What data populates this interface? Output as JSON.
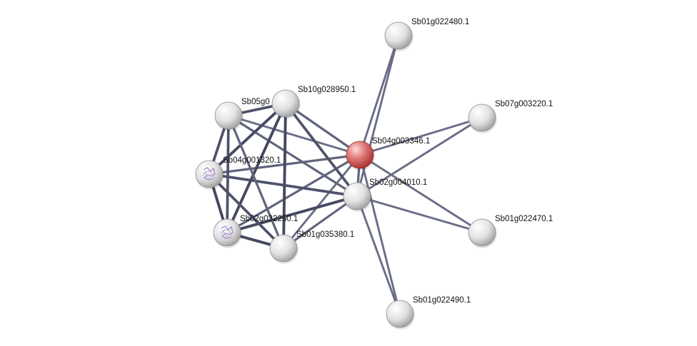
{
  "network": {
    "nodes": [
      {
        "id": "Sb04g003346.1",
        "label": "Sb04g003346.1",
        "color": "#d9534f",
        "query": true
      },
      {
        "id": "Sb01g022480.1",
        "label": "Sb01g022480.1",
        "color": "#d8d8d8"
      },
      {
        "id": "Sb07g003220.1",
        "label": "Sb07g003220.1",
        "color": "#d8d8d8"
      },
      {
        "id": "Sb10g028950.1",
        "label": "Sb10g028950.1",
        "color": "#d8d8d8"
      },
      {
        "id": "Sb05g0xxxxx.1",
        "label": "Sb05g0",
        "color": "#d8d8d8"
      },
      {
        "id": "Sb04g001320.1",
        "label": "Sb04g001320.1",
        "color": "#d8d8d8",
        "structure": true
      },
      {
        "id": "Sb02g004010.1",
        "label": "Sb02g004010.1",
        "color": "#d8d8d8"
      },
      {
        "id": "Sb02g032250.1",
        "label": "Sb02g032250.1",
        "color": "#d8d8d8",
        "structure": true
      },
      {
        "id": "Sb01g035380.1",
        "label": "Sb01g035380.1",
        "color": "#d8d8d8"
      },
      {
        "id": "Sb01g022470.1",
        "label": "Sb01g022470.1",
        "color": "#d8d8d8"
      },
      {
        "id": "Sb01g022490.1",
        "label": "Sb01g022490.1",
        "color": "#d8d8d8"
      }
    ],
    "edges": [
      [
        "Sb04g003346.1",
        "Sb01g022480.1",
        0.5
      ],
      [
        "Sb04g003346.1",
        "Sb07g003220.1",
        0.5
      ],
      [
        "Sb04g003346.1",
        "Sb01g022470.1",
        0.5
      ],
      [
        "Sb04g003346.1",
        "Sb01g022490.1",
        0.5
      ],
      [
        "Sb04g003346.1",
        "Sb02g004010.1",
        0.6
      ],
      [
        "Sb04g003346.1",
        "Sb10g028950.1",
        0.6
      ],
      [
        "Sb04g003346.1",
        "Sb05g0xxxxx.1",
        0.5
      ],
      [
        "Sb04g003346.1",
        "Sb04g001320.1",
        0.6
      ],
      [
        "Sb04g003346.1",
        "Sb02g032250.1",
        0.6
      ],
      [
        "Sb04g003346.1",
        "Sb01g035380.1",
        0.5
      ],
      [
        "Sb02g004010.1",
        "Sb01g022480.1",
        0.5
      ],
      [
        "Sb02g004010.1",
        "Sb07g003220.1",
        0.5
      ],
      [
        "Sb02g004010.1",
        "Sb01g022470.1",
        0.5
      ],
      [
        "Sb02g004010.1",
        "Sb01g022490.1",
        0.5
      ],
      [
        "Sb02g004010.1",
        "Sb10g028950.1",
        0.8
      ],
      [
        "Sb02g004010.1",
        "Sb05g0xxxxx.1",
        0.6
      ],
      [
        "Sb02g004010.1",
        "Sb04g001320.1",
        0.8
      ],
      [
        "Sb02g004010.1",
        "Sb02g032250.1",
        0.9
      ],
      [
        "Sb02g004010.1",
        "Sb01g035380.1",
        0.6
      ],
      [
        "Sb10g028950.1",
        "Sb05g0xxxxx.1",
        0.8
      ],
      [
        "Sb10g028950.1",
        "Sb04g001320.1",
        0.9
      ],
      [
        "Sb10g028950.1",
        "Sb02g032250.1",
        0.9
      ],
      [
        "Sb10g028950.1",
        "Sb01g035380.1",
        0.9
      ],
      [
        "Sb05g0xxxxx.1",
        "Sb04g001320.1",
        0.8
      ],
      [
        "Sb05g0xxxxx.1",
        "Sb02g032250.1",
        0.8
      ],
      [
        "Sb05g0xxxxx.1",
        "Sb01g035380.1",
        0.6
      ],
      [
        "Sb04g001320.1",
        "Sb02g032250.1",
        0.9
      ],
      [
        "Sb04g001320.1",
        "Sb01g035380.1",
        0.8
      ],
      [
        "Sb02g032250.1",
        "Sb01g035380.1",
        0.9
      ]
    ]
  }
}
